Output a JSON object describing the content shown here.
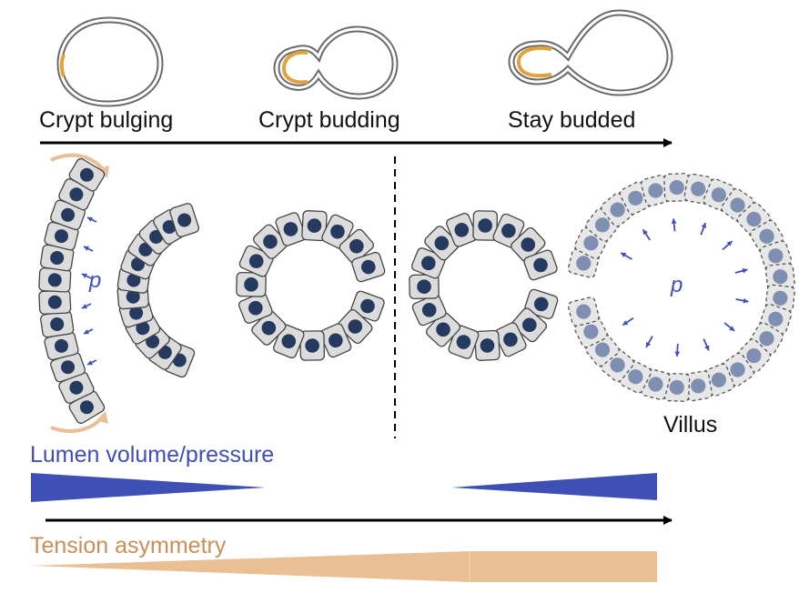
{
  "stages": {
    "bulging": "Crypt bulging",
    "budding": "Crypt budding",
    "budded": "Stay budded"
  },
  "pressure_symbol": "p",
  "villus_label": "Villus",
  "gradients": {
    "lumen": "Lumen volume/pressure",
    "tension": "Tension asymmetry"
  },
  "colors": {
    "outline": "#6a6a6a",
    "orange": "#e0a33b",
    "cell_fill": "#dcdcdc",
    "cell_stroke": "#444444",
    "nucleus": "#26395f",
    "villus_cell_fill": "#e7e7e7",
    "villus_nucleus": "#7f8fb1",
    "pressure_blue": "#3e4fb5",
    "tension_tan": "#e9bf93",
    "arrow_black": "#000000"
  }
}
